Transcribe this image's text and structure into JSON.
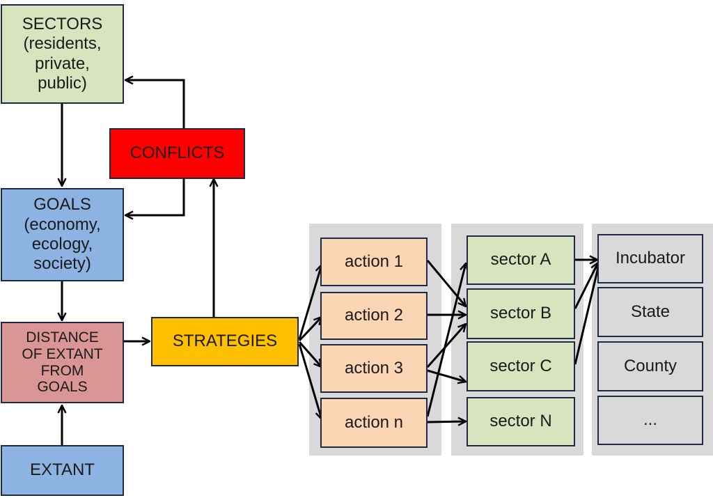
{
  "left_flow": {
    "sectors": {
      "line1": "SECTORS",
      "line2": "(residents,",
      "line3": "private,",
      "line4": "public)"
    },
    "conflicts": "CONFLICTS",
    "goals": {
      "line1": "GOALS",
      "line2": "(economy,",
      "line3": "ecology,",
      "line4": "society)"
    },
    "distance": {
      "line1": "DISTANCE",
      "line2": "OF EXTANT",
      "line3": "FROM",
      "line4": "GOALS"
    },
    "extant": "EXTANT",
    "strategies": "STRATEGIES"
  },
  "actions": [
    "action 1",
    "action 2",
    "action 3",
    "action n"
  ],
  "sectors": [
    "sector A",
    "sector B",
    "sector C",
    "sector N"
  ],
  "levels": [
    "Incubator",
    "State",
    "County",
    "..."
  ],
  "colors": {
    "sectors_box": "#d7e4bd",
    "goals_box": "#8db3e2",
    "distance_box": "#d99694",
    "conflicts_box": "#ff0000",
    "strategies_box": "#ffc000",
    "action_box": "#fcd5b5",
    "level_box": "#d9d9d9",
    "panel_bg": "#d9d9d9",
    "border": "#1c2a44"
  }
}
